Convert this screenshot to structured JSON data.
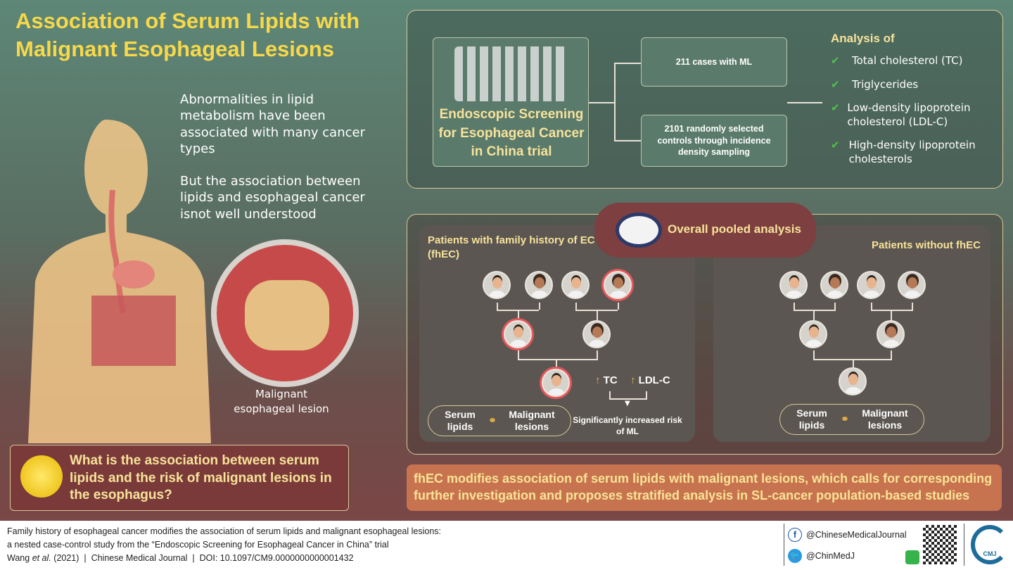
{
  "title": "Association of Serum Lipids with Malignant Esophageal Lesions",
  "intro": [
    "Abnormalities in lipid metabolism have been associated with many cancer types",
    "But the association between lipids and esophageal cancer isnot well understood"
  ],
  "lesion_label": "Malignant esophageal lesion",
  "question": "What is the association between serum lipids and the risk of malignant lesions in the esophagus?",
  "trial": {
    "title": "Endoscopic Screening for Esophageal Cancer in China trial",
    "cases": "211 cases with ML",
    "controls": "2101 randomly selected controls through incidence density sampling"
  },
  "analysis": {
    "heading": "Analysis of",
    "items": [
      "Total cholesterol (TC)",
      "Triglycerides",
      "Low-density lipoprotein cholesterol (LDL-C)",
      "High-density lipoprotein cholesterols"
    ]
  },
  "pooled": "Overall pooled analysis",
  "fhec": {
    "heading": "Patients with family history of EC (fhEC)",
    "tc": "TC",
    "ldl": "LDL-C",
    "result": "Significantly increased risk of ML",
    "serum": "Serum lipids",
    "lesions": "Malignant lesions"
  },
  "nofhec": {
    "heading": "Patients without fhEC",
    "serum": "Serum lipids",
    "lesions": "Malignant lesions"
  },
  "conclusion": "fhEC modifies association of serum lipids with malignant lesions, which calls for corresponding further investigation and proposes stratified analysis in SL-cancer population-based studies",
  "footer": {
    "line1": "Family history of esophageal cancer modifies the association of serum lipids and malignant esophageal lesions:",
    "line2": "a nested case-control study from the “Endoscopic Screening for Esophageal Cancer in China” trial",
    "author": "Wang",
    "etal": "et al.",
    "year": "(2021)",
    "journal": "Chinese Medical Journal",
    "doi": "DOI: 10.1097/CM9.0000000000001432",
    "facebook": "@ChineseMedicalJournal",
    "twitter": "@ChinMedJ",
    "logo": "CMJ"
  },
  "colors": {
    "title": "#f7d84a",
    "accent_red": "#7d3f3f",
    "conclusion": "#c8734f",
    "check": "#4fc14a"
  }
}
